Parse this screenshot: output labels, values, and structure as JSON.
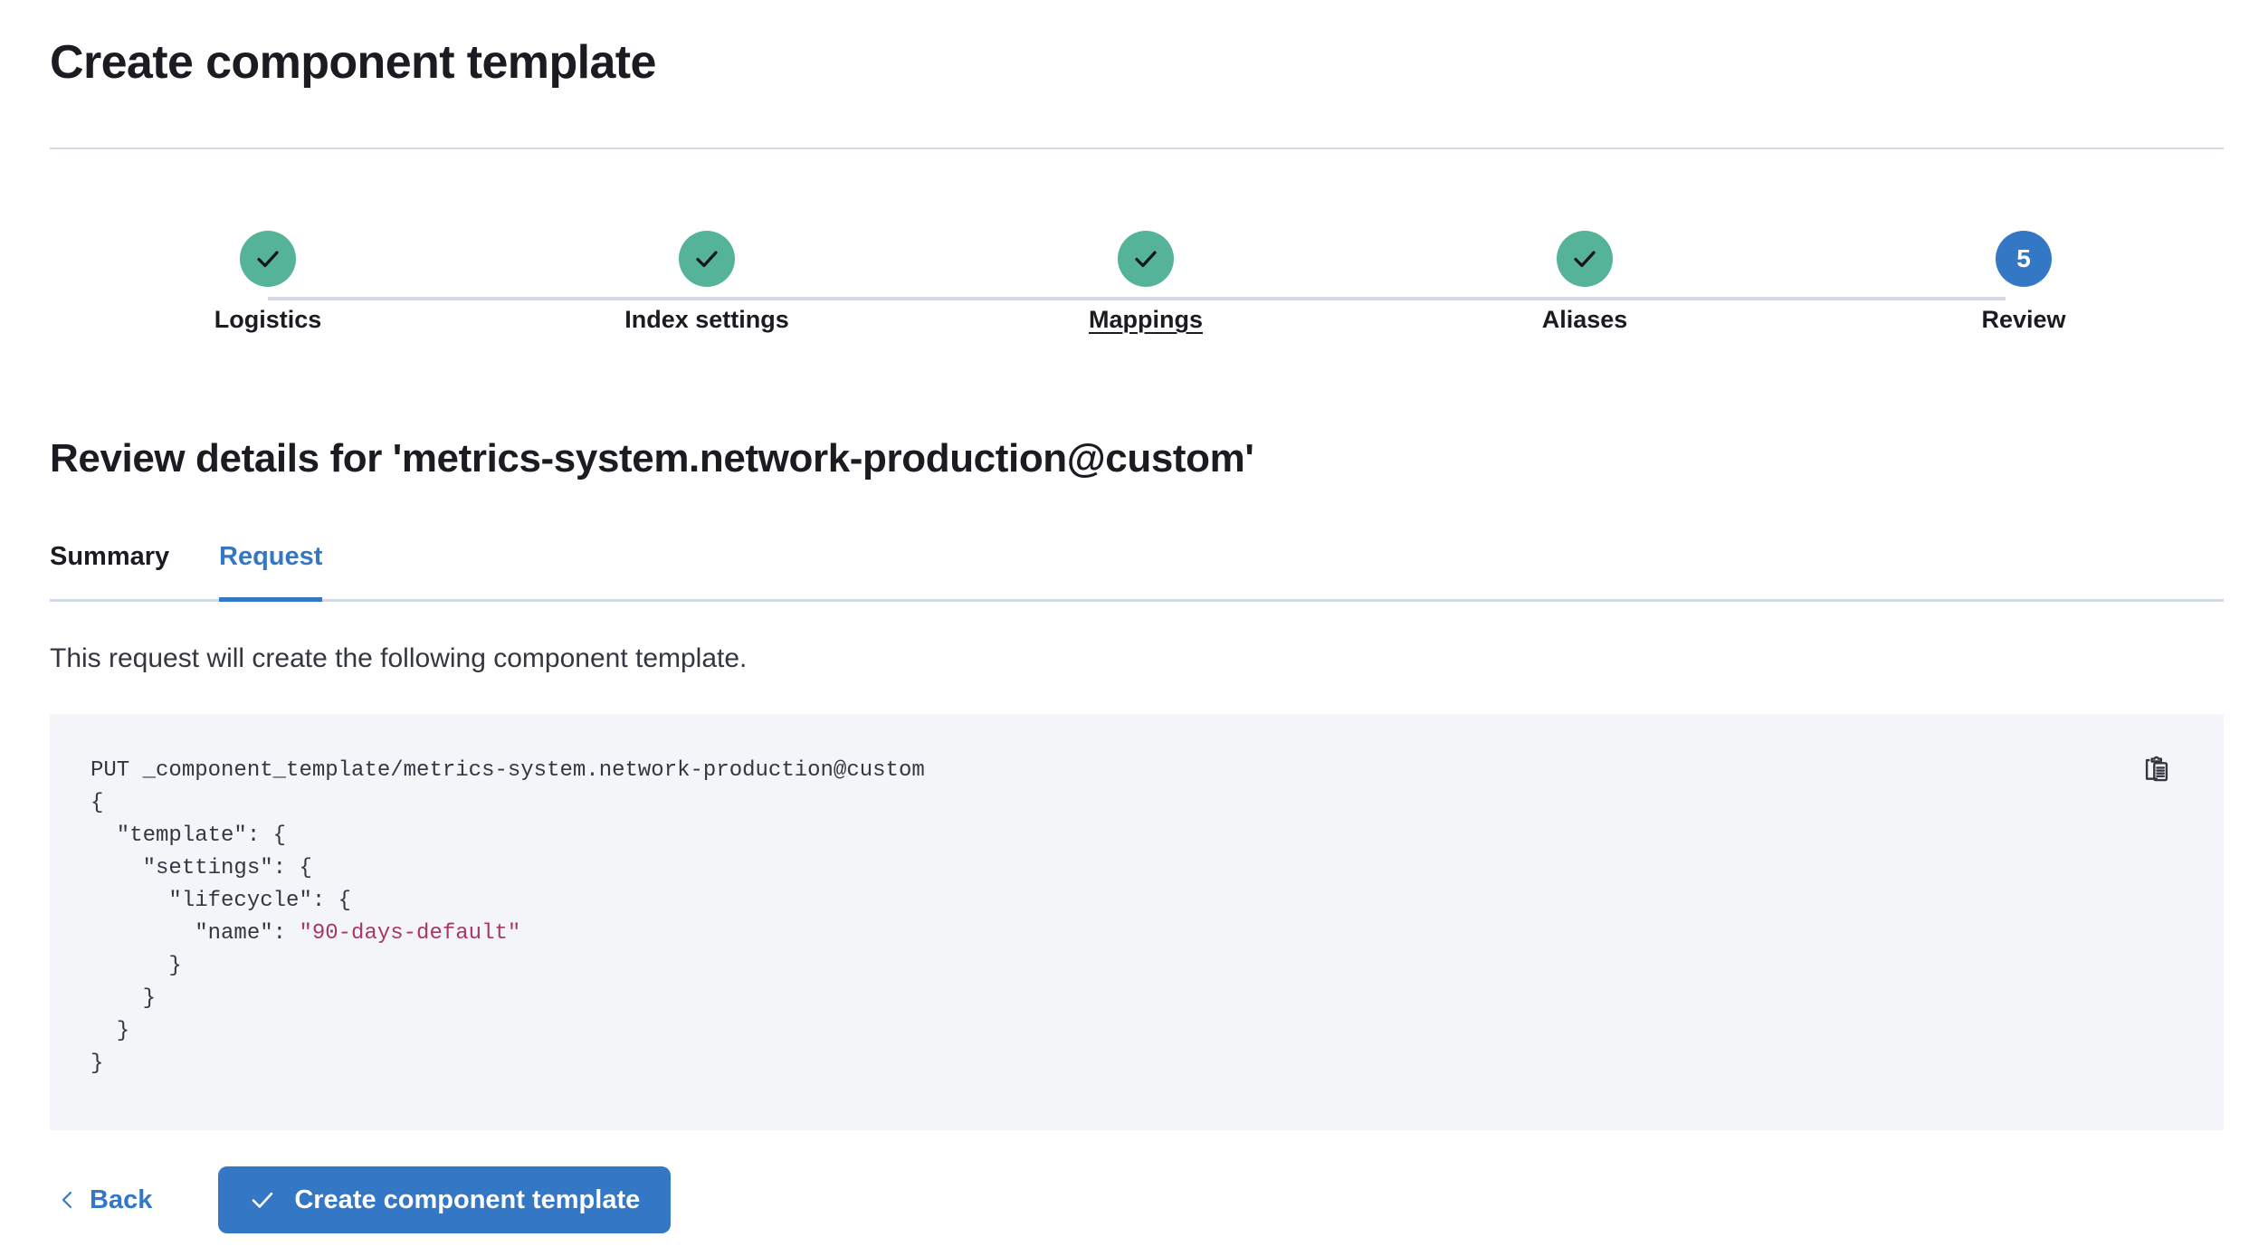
{
  "header": {
    "title": "Create component template"
  },
  "stepper": {
    "steps": [
      {
        "label": "Logistics",
        "state": "complete",
        "icon": "check-icon",
        "number": "1",
        "hovered": false
      },
      {
        "label": "Index settings",
        "state": "complete",
        "icon": "check-icon",
        "number": "2",
        "hovered": false
      },
      {
        "label": "Mappings",
        "state": "complete",
        "icon": "check-icon",
        "number": "3",
        "hovered": true
      },
      {
        "label": "Aliases",
        "state": "complete",
        "icon": "check-icon",
        "number": "4",
        "hovered": false
      },
      {
        "label": "Review",
        "state": "current",
        "icon": "",
        "number": "5",
        "hovered": false
      }
    ]
  },
  "review": {
    "heading": "Review details for 'metrics-system.network-production@custom'",
    "tabs": [
      {
        "label": "Summary",
        "active": false
      },
      {
        "label": "Request",
        "active": true
      }
    ],
    "description": "This request will create the following component template."
  },
  "code": {
    "copy_icon": "copy-clipboard-icon",
    "method_line": "PUT _component_template/metrics-system.network-production@custom",
    "line_open_brace": "{",
    "line_template": "  \"template\": {",
    "line_settings": "    \"settings\": {",
    "line_lifecycle": "      \"lifecycle\": {",
    "line_name_key": "        \"name\": ",
    "line_name_value": "\"90-days-default\"",
    "line_close_1": "      }",
    "line_close_2": "    }",
    "line_close_3": "  }",
    "line_close_4": "}"
  },
  "footer": {
    "back_label": "Back",
    "back_icon": "chevron-left-icon",
    "submit_label": "Create component template",
    "submit_icon": "check-icon"
  },
  "colors": {
    "complete": "#54b399",
    "current": "#3477c4",
    "accent": "#3477c4",
    "divider": "#d3dae6",
    "code_bg": "#f4f5f9",
    "code_string": "#a8366a",
    "text": "#1a1c21"
  }
}
